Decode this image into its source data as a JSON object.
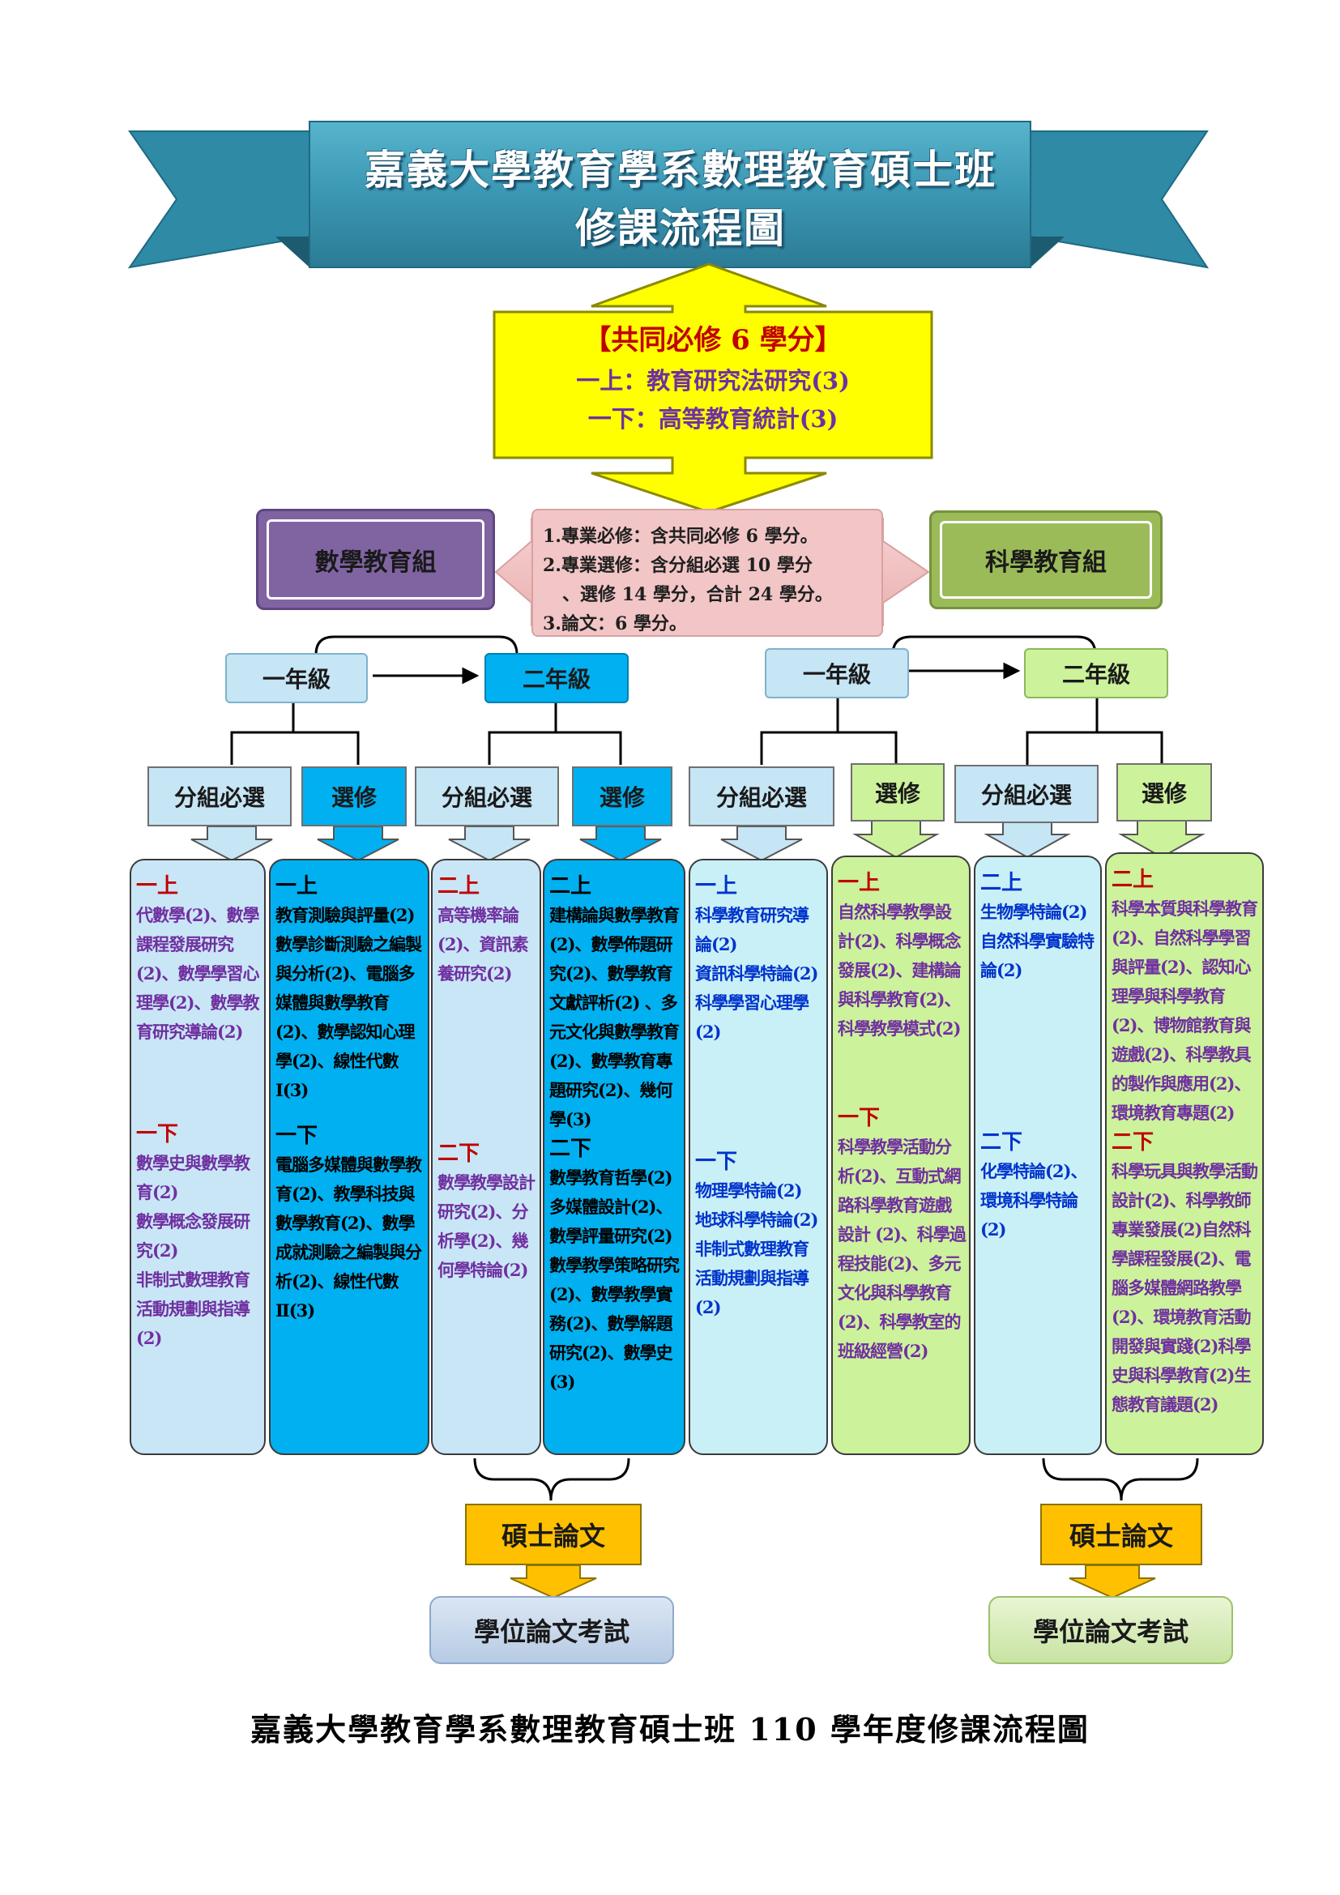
{
  "banner": {
    "line1": "嘉義大學教育學系數理教育碩士班",
    "line2": "修課流程圖"
  },
  "core": {
    "title": "【共同必修 6 學分】",
    "line1": "一上：教育研究法研究(3)",
    "line2": "一下：高等教育統計(3)"
  },
  "info": [
    "1.專業必修：含共同必修 6 學分。",
    "2.專業選修：含分組必選 10 學分",
    "、選修 14 學分，合計 24 學分。",
    "3.論文：6 學分。"
  ],
  "groups": {
    "math": "數學教育組",
    "science": "科學教育組"
  },
  "years": {
    "first": "一年級",
    "second": "二年級"
  },
  "categories": {
    "required_elective": "分組必選",
    "elective": "選修"
  },
  "columns": [
    {
      "term1": "一上",
      "text1": "代數學(2)、數學課程發展研究(2)、數學學習心理學(2)、數學教育研究導論(2)",
      "term2": "一下",
      "text2": "數學史與數學教育(2)\n數學概念發展研究(2)\n非制式數理教育活動規劃與指導(2)"
    },
    {
      "term1": "一上",
      "text1": "教育測驗與評量(2)數學診斷測驗之編製與分析(2)、電腦多媒體與數學教育(2)、數學認知心理學(2)、線性代數Ⅰ(3)",
      "term2": "一下",
      "text2": "電腦多媒體與數學教育(2)、教學科技與數學教育(2)、數學成就測驗之編製與分析(2)、線性代數Ⅱ(3)"
    },
    {
      "term1": "二上",
      "text1": "高等機率論(2)、資訊素養研究(2)",
      "term2": "二下",
      "text2": "數學教學設計研究(2)、分析學(2)、幾何學特論(2)"
    },
    {
      "term1": "二上",
      "text1": "建構論與數學教育(2)、數學佈題研究(2)、數學教育文獻評析(2) 、多元文化與數學教育(2)、數學教育專題研究(2)、幾何學(3)",
      "term2": "二下",
      "text2": "數學教育哲學(2)多媒體設計(2)、數學評量研究(2)數學教學策略研究(2)、數學教學實務(2)、數學解題研究(2)、數學史(3)"
    },
    {
      "term1": "一上",
      "text1": "科學教育研究導論(2)\n資訊科學特論(2)\n科學學習心理學(2)",
      "term2": "一下",
      "text2": "物理學特論(2)\n地球科學特論(2)\n非制式數理教育活動規劃與指導(2)"
    },
    {
      "term1": "一上",
      "text1": "自然科學教學設計(2)、科學概念發展(2)、建構論與科學教育(2)、科學教學模式(2)",
      "term2": "一下",
      "text2": "科學教學活動分析(2)、互動式網路科學教育遊戲設計 (2)、科學過程技能(2)、多元文化與科學教育(2)、科學教室的班級經營(2)"
    },
    {
      "term1": "二上",
      "text1": "生物學特論(2)\n自然科學實驗特論(2)",
      "term2": "二下",
      "text2": "化學特論(2)、環境科學特論(2)"
    },
    {
      "term1": "二上",
      "text1": "科學本質與科學教育(2)、自然科學學習與評量(2)、認知心理學與科學教育(2)、博物館教育與遊戲(2)、科學教具的製作與應用(2)、環境教育專題(2)",
      "term2": "二下",
      "text2": "科學玩具與教學活動設計(2)、科學教師專業發展(2)自然科學課程發展(2)、電腦多媒體網路教學(2)、環境教育活動開發與實踐(2)科學史與科學教育(2)生態教育議題(2)"
    }
  ],
  "thesis": "碩士論文",
  "exam": "學位論文考試",
  "caption": "嘉義大學教育學系數理教育碩士班 110 學年度修課流程圖"
}
